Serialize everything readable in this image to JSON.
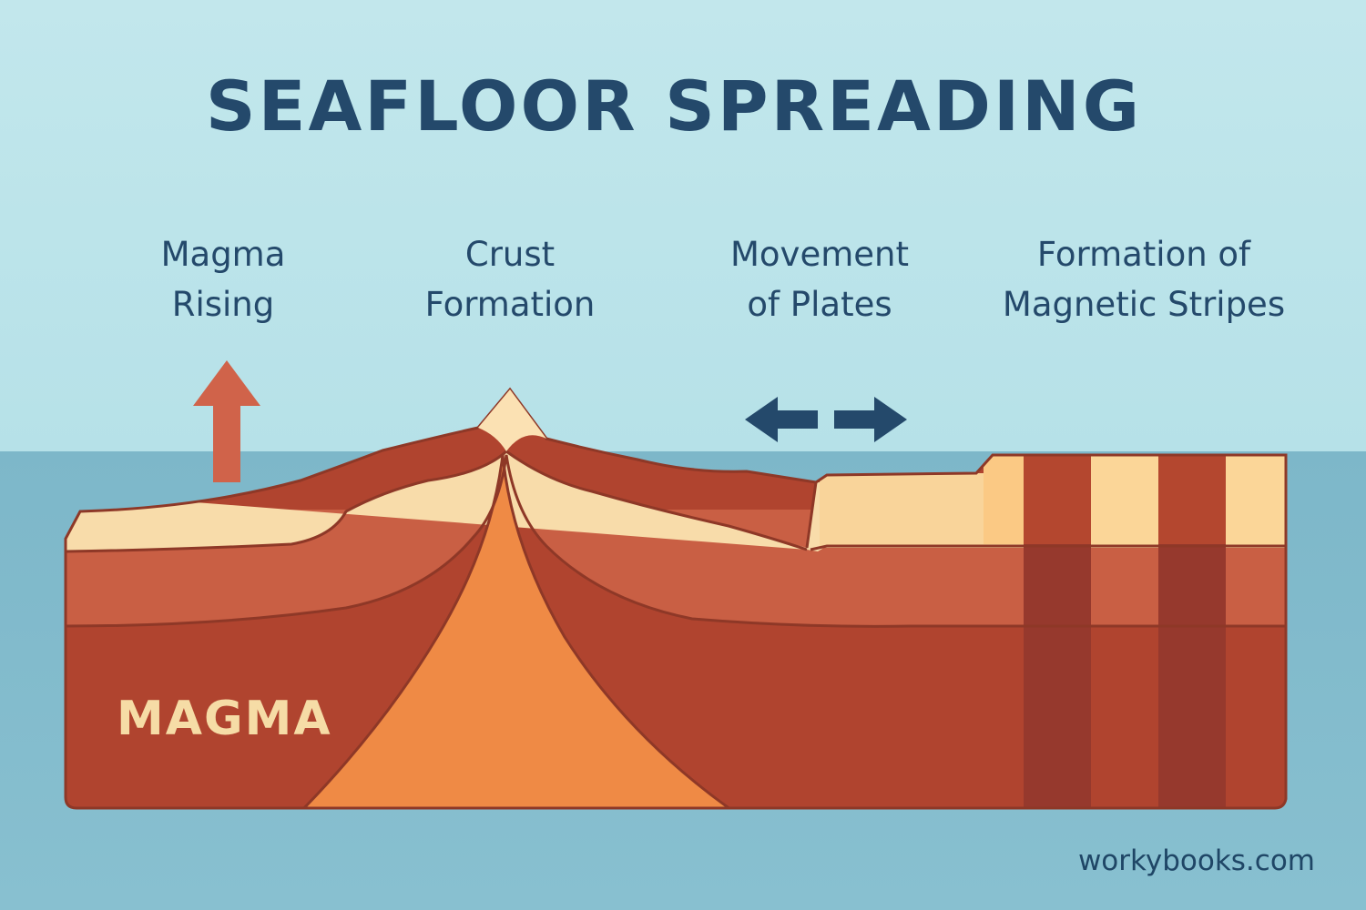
{
  "title": "SEAFLOOR SPREADING",
  "labels": {
    "magma_rising": [
      "Magma",
      "Rising"
    ],
    "crust_formation": [
      "Crust",
      "Formation"
    ],
    "movement_of_plates": [
      "Movement",
      "of Plates"
    ],
    "magnetic_stripes": [
      "Formation of",
      "Magnetic Stripes"
    ]
  },
  "magma_label": "MAGMA",
  "brand": "workybooks.com",
  "icons": {
    "up_arrow": "arrow-up-icon",
    "left_arrow": "arrow-left-icon",
    "right_arrow": "arrow-right-icon"
  },
  "colors": {
    "sky": "#bfe6ea",
    "water": "#7fb9cb",
    "title": "#24496b",
    "crust_top": "#f7d8a6",
    "crust_mid": "#c85f45",
    "mantle": "#b0442f",
    "magma_core": "#ef8a45",
    "stripe_dark": "#96392d",
    "outline": "#8e3827"
  }
}
